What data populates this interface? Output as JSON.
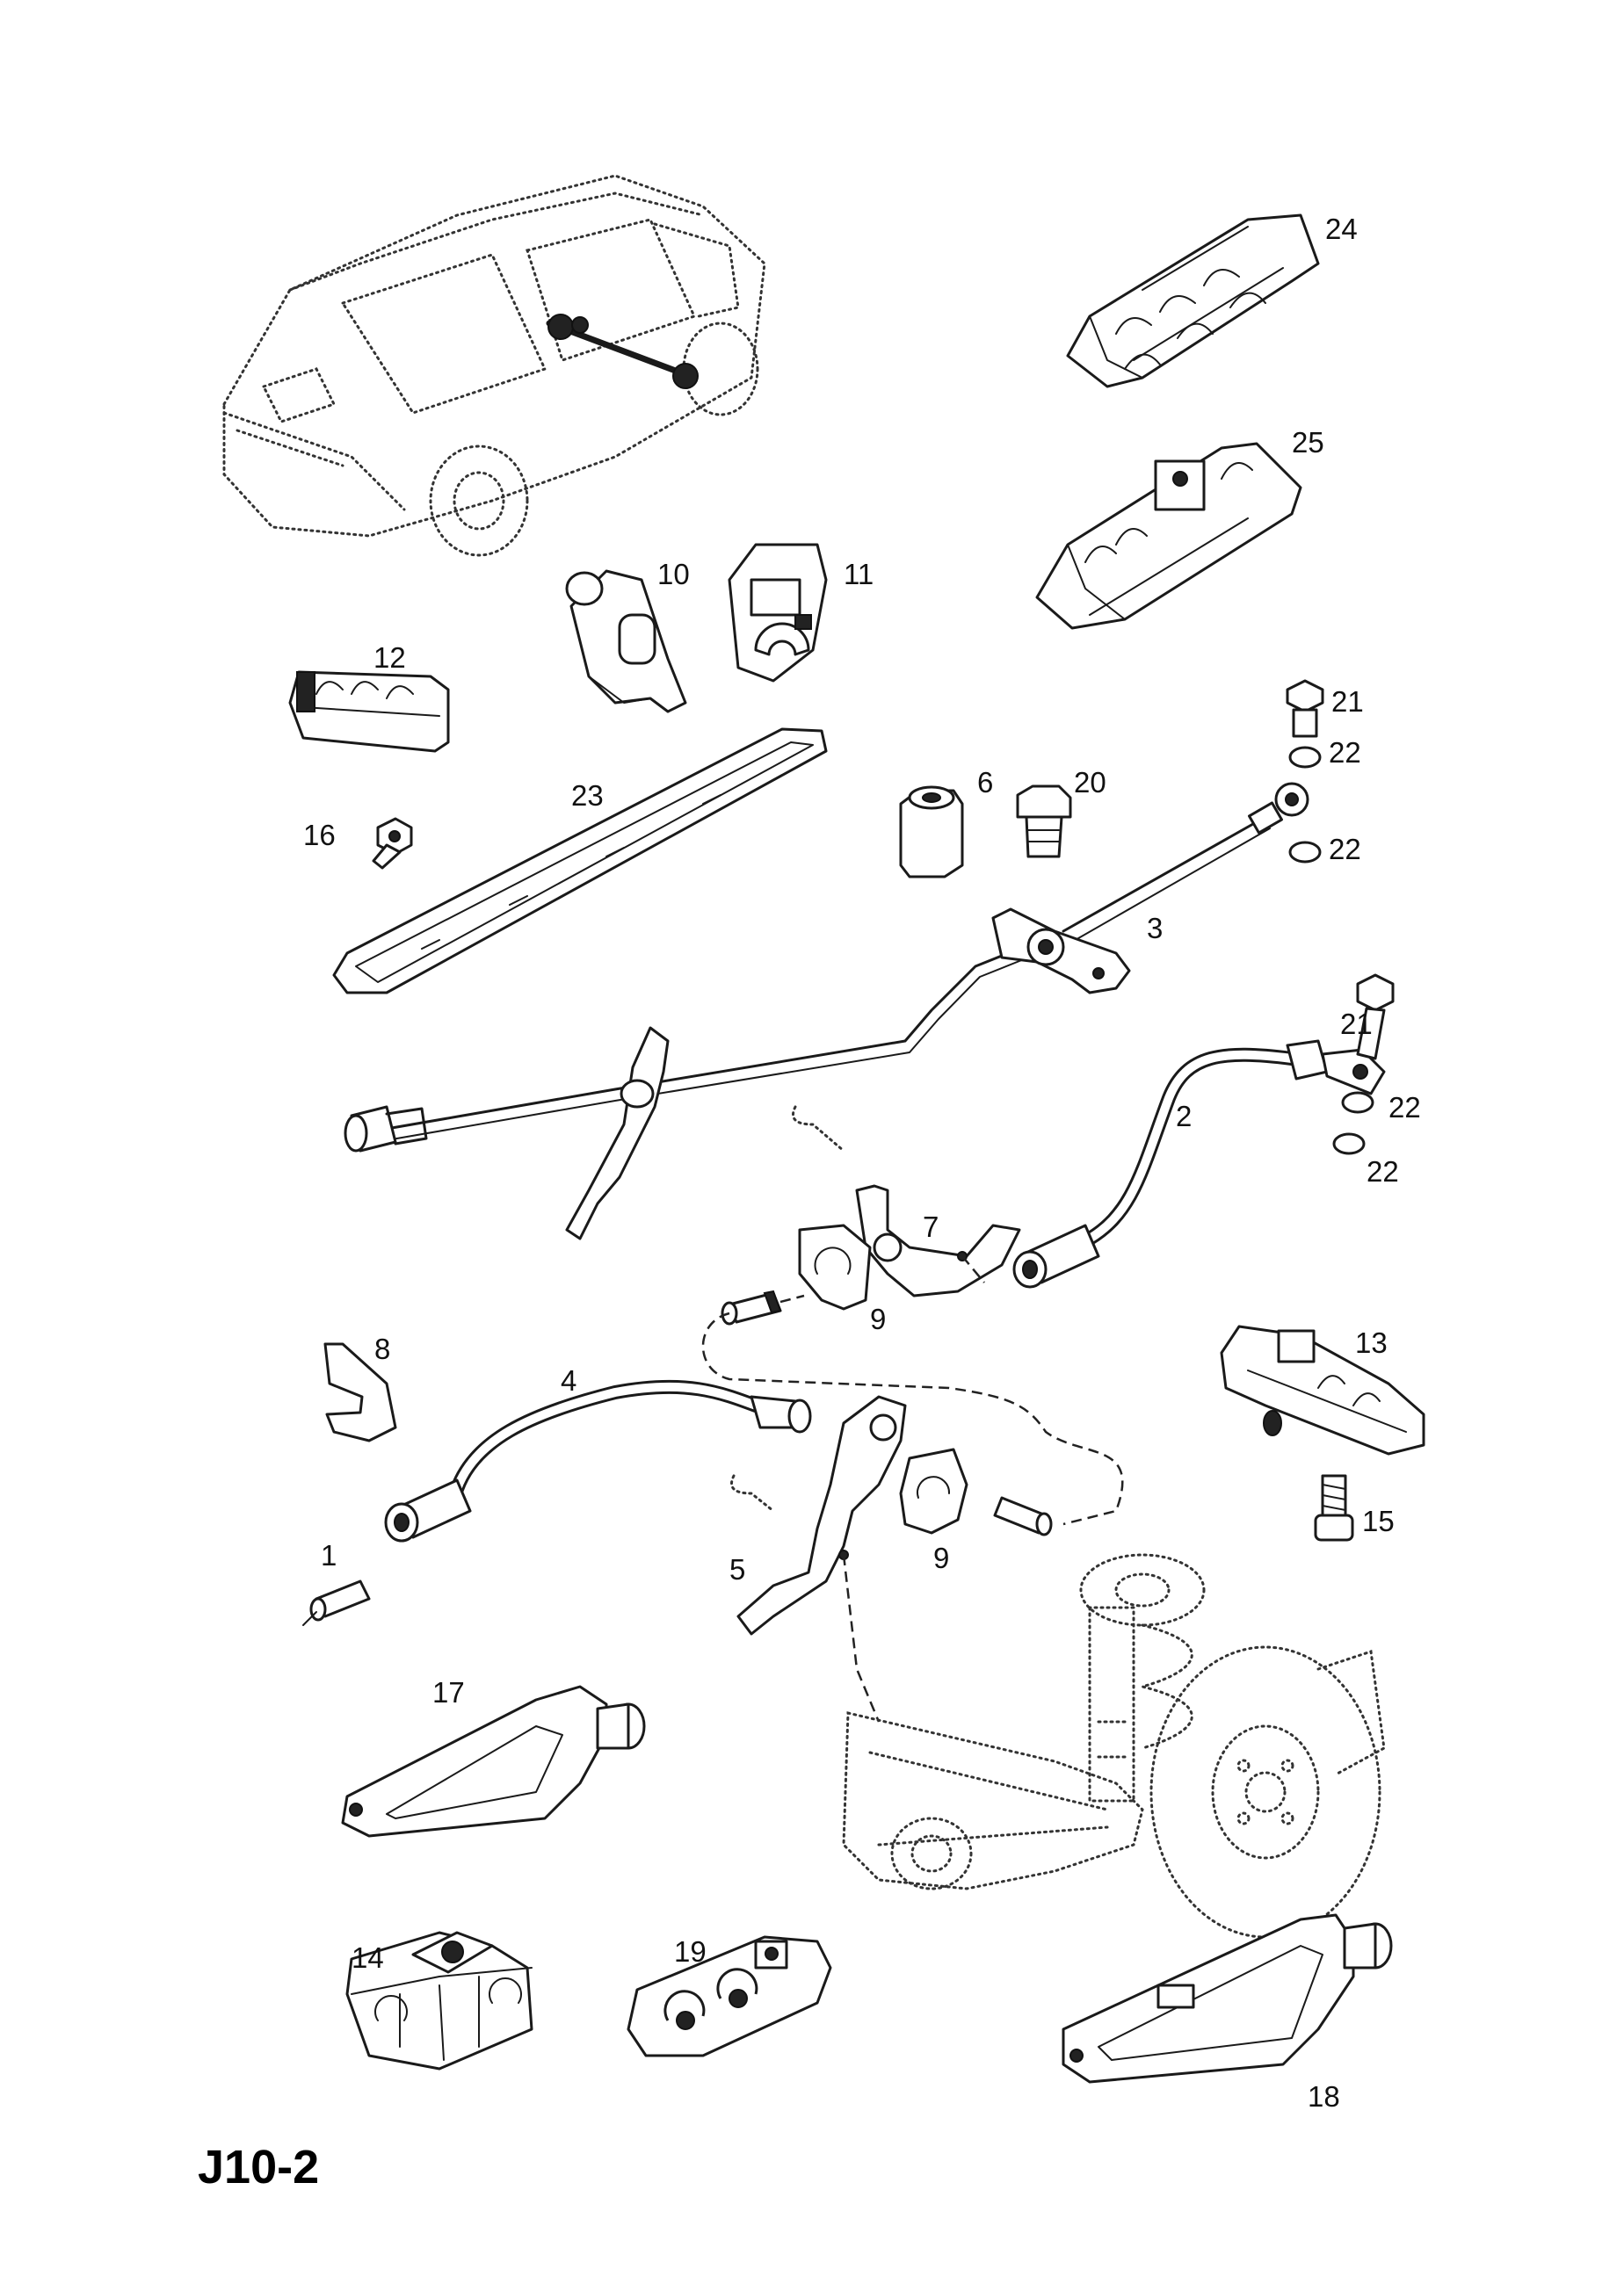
{
  "diagram_code": "J10-2",
  "callouts": [
    {
      "id": "c1",
      "text": "1"
    },
    {
      "id": "c2",
      "text": "2"
    },
    {
      "id": "c3",
      "text": "3"
    },
    {
      "id": "c4",
      "text": "4"
    },
    {
      "id": "c5",
      "text": "5"
    },
    {
      "id": "c6",
      "text": "6"
    },
    {
      "id": "c7",
      "text": "7"
    },
    {
      "id": "c8",
      "text": "8"
    },
    {
      "id": "c9a",
      "text": "9"
    },
    {
      "id": "c9b",
      "text": "9"
    },
    {
      "id": "c10",
      "text": "10"
    },
    {
      "id": "c11",
      "text": "11"
    },
    {
      "id": "c12",
      "text": "12"
    },
    {
      "id": "c13",
      "text": "13"
    },
    {
      "id": "c14",
      "text": "14"
    },
    {
      "id": "c15",
      "text": "15"
    },
    {
      "id": "c16",
      "text": "16"
    },
    {
      "id": "c17",
      "text": "17"
    },
    {
      "id": "c18",
      "text": "18"
    },
    {
      "id": "c19",
      "text": "19"
    },
    {
      "id": "c20",
      "text": "20"
    },
    {
      "id": "c21a",
      "text": "21"
    },
    {
      "id": "c21b",
      "text": "21"
    },
    {
      "id": "c22a",
      "text": "22"
    },
    {
      "id": "c22b",
      "text": "22"
    },
    {
      "id": "c22c",
      "text": "22"
    },
    {
      "id": "c22d",
      "text": "22"
    },
    {
      "id": "c23",
      "text": "23"
    },
    {
      "id": "c24",
      "text": "24"
    },
    {
      "id": "c25",
      "text": "25"
    }
  ]
}
